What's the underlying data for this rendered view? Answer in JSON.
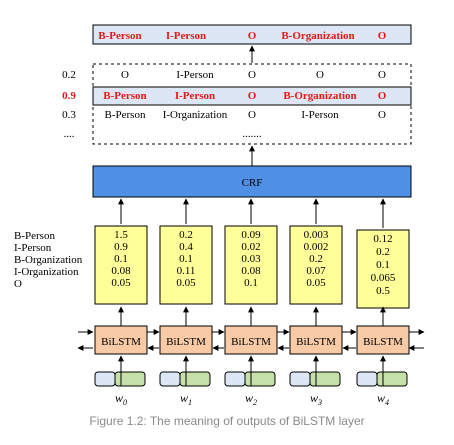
{
  "output": {
    "tags": [
      "B-Person",
      "I-Person",
      "O",
      "B-Organization",
      "O"
    ]
  },
  "candidates": {
    "scores": [
      "0.2",
      "0.9",
      "0.3",
      "...."
    ],
    "rows": [
      [
        "O",
        "I-Person",
        "O",
        "O",
        "O"
      ],
      [
        "B-Person",
        "I-Person",
        "O",
        "B-Organization",
        "O"
      ],
      [
        "B-Person",
        "I-Organization",
        "O",
        "I-Person",
        "O"
      ],
      [
        "",
        "",
        ".......",
        "",
        ""
      ]
    ],
    "highlight_row": 1
  },
  "crf": {
    "label": "CRF"
  },
  "labels": [
    "B-Person",
    "I-Person",
    "B-Organization",
    "I-Organization",
    "O"
  ],
  "emissions": [
    [
      "1.5",
      "0.9",
      "0.1",
      "0.08",
      "0.05"
    ],
    [
      "0.2",
      "0.4",
      "0.1",
      "0.11",
      "0.05"
    ],
    [
      "0.09",
      "0.02",
      "0.03",
      "0.08",
      "0.1"
    ],
    [
      "0.003",
      "0.002",
      "0.2",
      "0.07",
      "0.05"
    ],
    [
      "0.12",
      "0.2",
      "0.1",
      "0.065",
      "0.5"
    ]
  ],
  "bilstm": {
    "label": "BiLSTM"
  },
  "words": [
    {
      "base": "w",
      "sub": "0"
    },
    {
      "base": "w",
      "sub": "1"
    },
    {
      "base": "w",
      "sub": "2"
    },
    {
      "base": "w",
      "sub": "3"
    },
    {
      "base": "w",
      "sub": "4"
    }
  ],
  "caption": "Figure 1.2: The meaning of outputs of BiLSTM layer",
  "colors": {
    "output_bg": "#dce6f4",
    "highlight_bg": "#dce6f4",
    "crf_bg": "#4f8fe6",
    "emission_bg": "#ffff99",
    "bilstm_bg": "#f8cba6",
    "embed_blue": "#dce6f4",
    "embed_green": "#c6e0a9",
    "highlight_text": "#e21a1a",
    "caption_text": "#8a8a8a"
  }
}
